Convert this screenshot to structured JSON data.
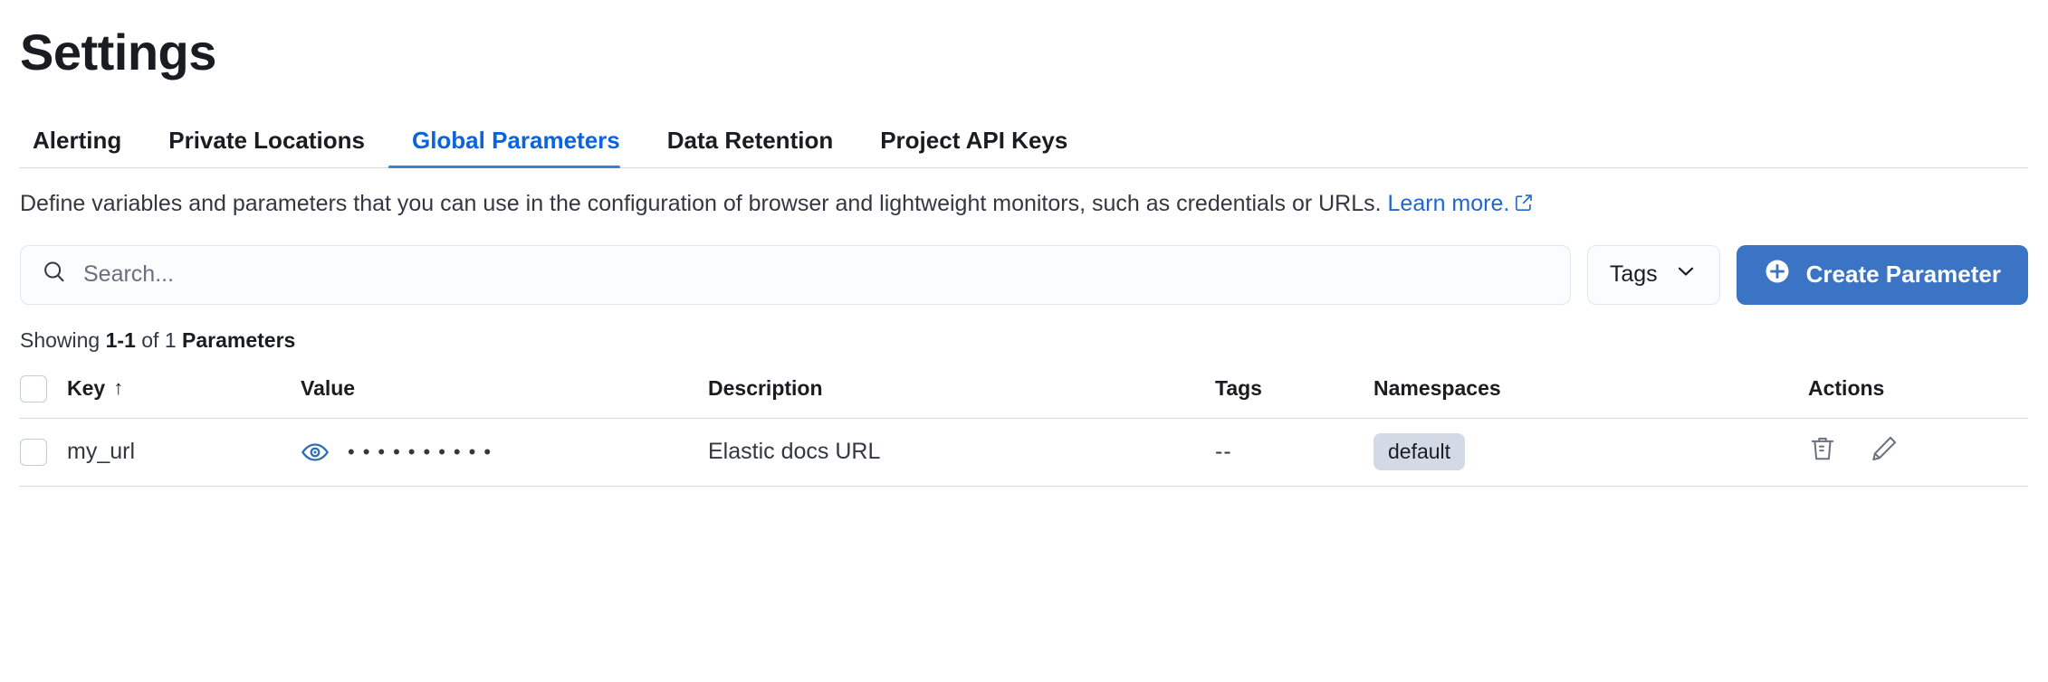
{
  "page": {
    "title": "Settings"
  },
  "tabs": [
    {
      "label": "Alerting",
      "active": false
    },
    {
      "label": "Private Locations",
      "active": false
    },
    {
      "label": "Global Parameters",
      "active": true
    },
    {
      "label": "Data Retention",
      "active": false
    },
    {
      "label": "Project API Keys",
      "active": false
    }
  ],
  "description": {
    "text": "Define variables and parameters that you can use in the configuration of browser and lightweight monitors, such as credentials or URLs.",
    "link_label": "Learn more.",
    "link_icon": "external-link-icon"
  },
  "toolbar": {
    "search": {
      "icon": "search-icon",
      "value": "",
      "placeholder": "Search..."
    },
    "tags_filter": {
      "label": "Tags",
      "icon": "chevron-down-icon"
    },
    "create_button": {
      "label": "Create Parameter",
      "icon": "plus-circle-icon"
    }
  },
  "results": {
    "prefix": "Showing ",
    "range": "1-1",
    "middle": " of 1 ",
    "noun": "Parameters"
  },
  "table": {
    "columns": [
      {
        "key": "select",
        "label": ""
      },
      {
        "key": "key",
        "label": "Key",
        "sort": "asc",
        "sort_icon": "arrow-up-icon"
      },
      {
        "key": "value",
        "label": "Value"
      },
      {
        "key": "description",
        "label": "Description"
      },
      {
        "key": "tags",
        "label": "Tags"
      },
      {
        "key": "namespaces",
        "label": "Namespaces"
      },
      {
        "key": "actions",
        "label": "Actions"
      }
    ],
    "rows": [
      {
        "selected": false,
        "key": "my_url",
        "value_icon": "eye-icon",
        "value_masked": "••••••••••",
        "description": "Elastic docs URL",
        "tags": "--",
        "namespaces": [
          "default"
        ],
        "actions": [
          "delete-icon",
          "edit-icon"
        ]
      }
    ]
  },
  "colors": {
    "accent": "#3b74c4",
    "link": "#1f67cf",
    "active_tab": "#0b64dd",
    "badge_bg": "#d3dae6",
    "border": "#d3dae6",
    "text": "#343741",
    "eye_icon": "#2f6eb5"
  }
}
